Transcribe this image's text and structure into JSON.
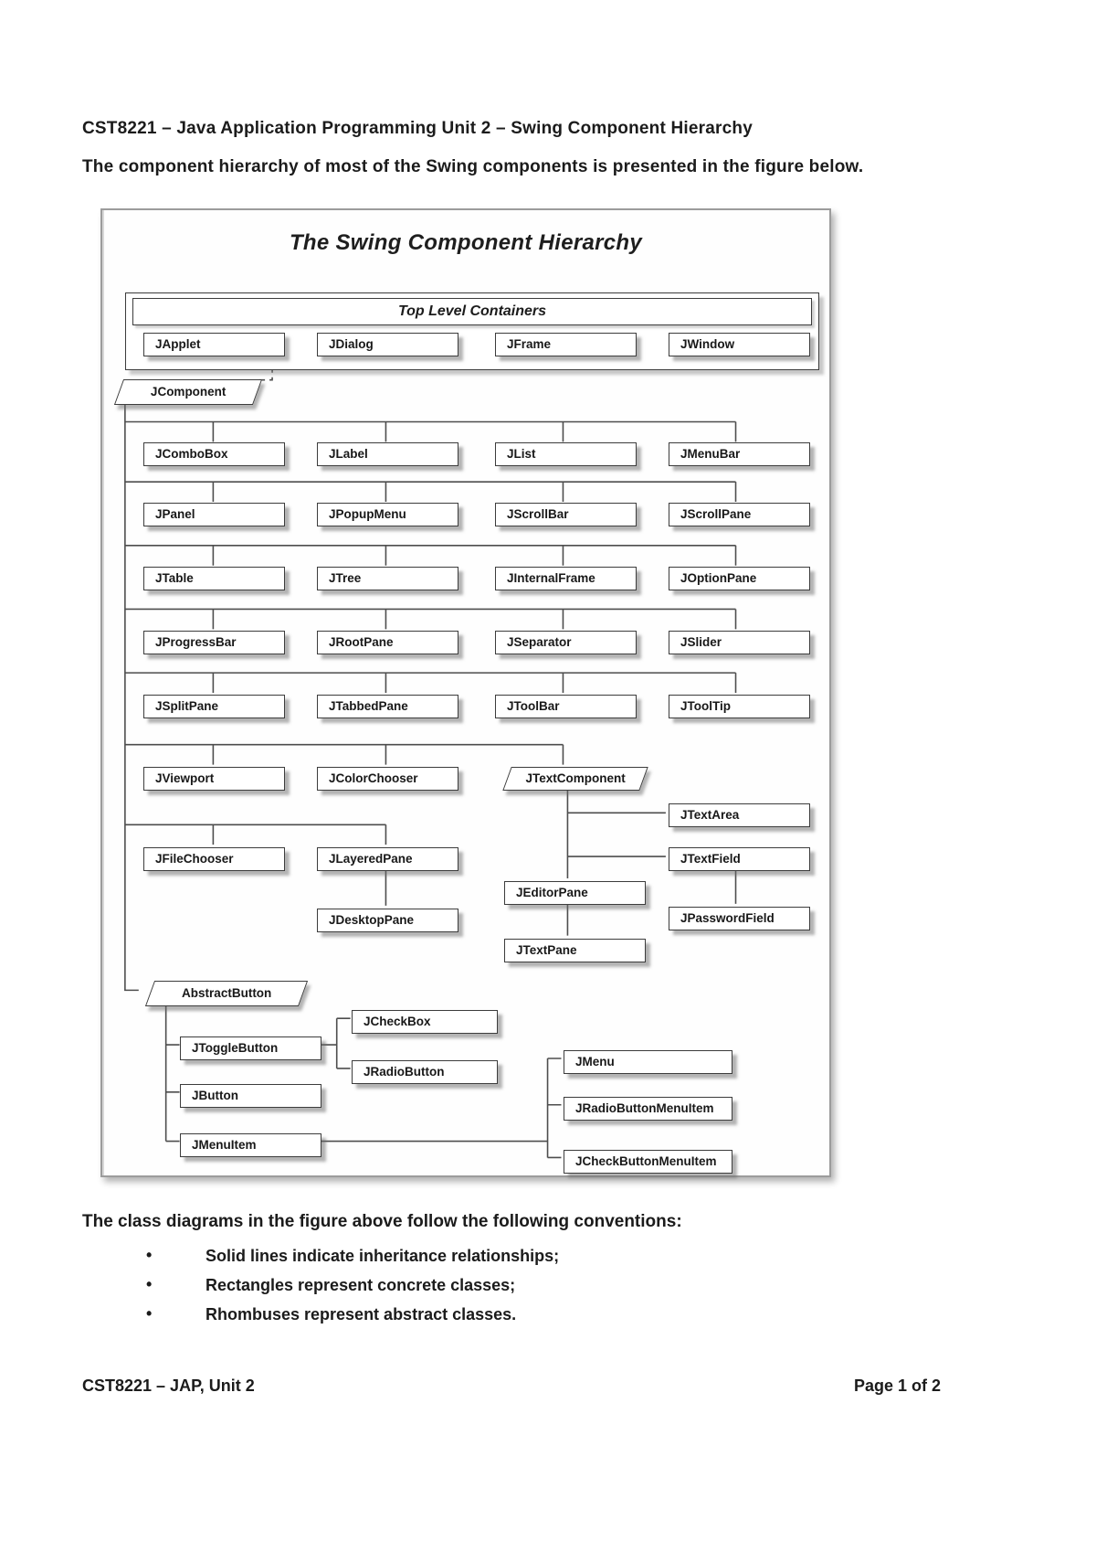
{
  "header": {
    "title": "CST8221 – Java Application Programming Unit 2 – Swing Component Hierarchy",
    "subtitle": "The component hierarchy of most of the Swing components is presented in the figure below."
  },
  "figure": {
    "title": "The Swing Component Hierarchy",
    "top_level_containers": {
      "banner": "Top Level Containers",
      "items": [
        "JApplet",
        "JDialog",
        "JFrame",
        "JWindow"
      ]
    },
    "jcomponent": "JComponent",
    "grid_rows": [
      [
        "JComboBox",
        "JLabel",
        "JList",
        "JMenuBar"
      ],
      [
        "JPanel",
        "JPopupMenu",
        "JScrollBar",
        "JScrollPane"
      ],
      [
        "JTable",
        "JTree",
        "JInternalFrame",
        "JOptionPane"
      ],
      [
        "JProgressBar",
        "JRootPane",
        "JSeparator",
        "JSlider"
      ],
      [
        "JSplitPane",
        "JTabbedPane",
        "JToolBar",
        "JToolTip"
      ],
      [
        "JViewport",
        "JColorChooser"
      ]
    ],
    "text_component": {
      "root": "JTextComponent",
      "text_area": "JTextArea",
      "text_field": "JTextField",
      "editor_pane": "JEditorPane",
      "password_field": "JPasswordField",
      "text_pane": "JTextPane"
    },
    "chooser_row": [
      "JFileChooser",
      "JLayeredPane"
    ],
    "desktop_pane": "JDesktopPane",
    "abstract_button": {
      "root": "AbstractButton",
      "toggle_button": "JToggleButton",
      "check_box": "JCheckBox",
      "radio_button": "JRadioButton",
      "button": "JButton",
      "menu_item": "JMenuItem",
      "menu": "JMenu",
      "radio_button_menu_item": "JRadioButtonMenuItem",
      "check_button_menu_item": "JCheckButtonMenuItem"
    }
  },
  "conventions": {
    "intro": "The class diagrams in the figure above follow the following conventions:",
    "bullets": [
      "Solid lines indicate inheritance relationships;",
      "Rectangles represent concrete classes;",
      "Rhombuses represent abstract classes."
    ]
  },
  "footer": {
    "left": "CST8221 – JAP, Unit 2",
    "right": "Page 1 of 2"
  }
}
